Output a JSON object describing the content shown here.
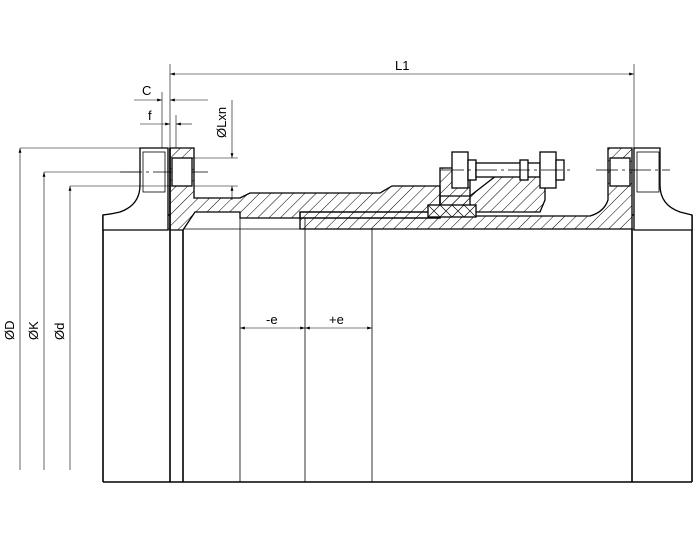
{
  "labels": {
    "l1": "L1",
    "c": "C",
    "f": "f",
    "lxn": "ØLxn",
    "d_outer": "ØD",
    "k": "ØK",
    "d_inner": "Ød",
    "minus_e": "-e",
    "plus_e": "+e"
  },
  "colors": {
    "line": "#000000",
    "background": "#ffffff"
  }
}
